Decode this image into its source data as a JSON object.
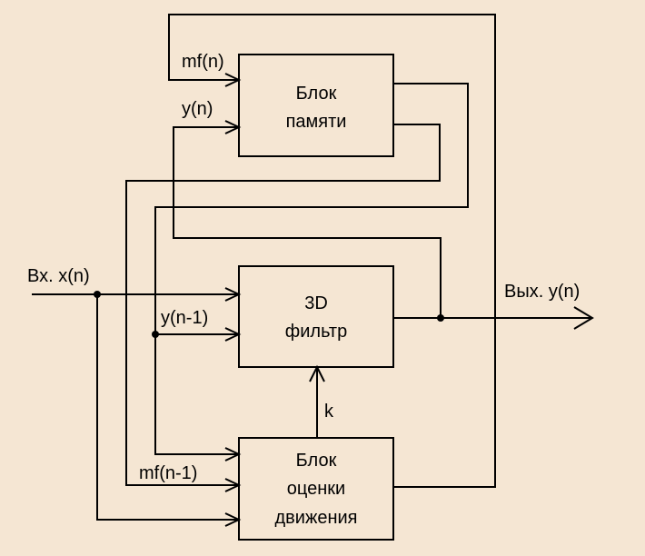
{
  "blocks": {
    "memory": {
      "line1": "Блок",
      "line2": "памяти"
    },
    "filter": {
      "line1": "3D",
      "line2": "фильтр"
    },
    "motion": {
      "line1": "Блок",
      "line2": "оценки",
      "line3": "движения"
    }
  },
  "signals": {
    "input": "Вх. x(n)",
    "output": "Вых. y(n)",
    "mf_n": "mf(n)",
    "y_n": "y(n)",
    "y_n_minus_1": "y(n-1)",
    "mf_n_minus_1": "mf(n-1)",
    "k": "k"
  }
}
